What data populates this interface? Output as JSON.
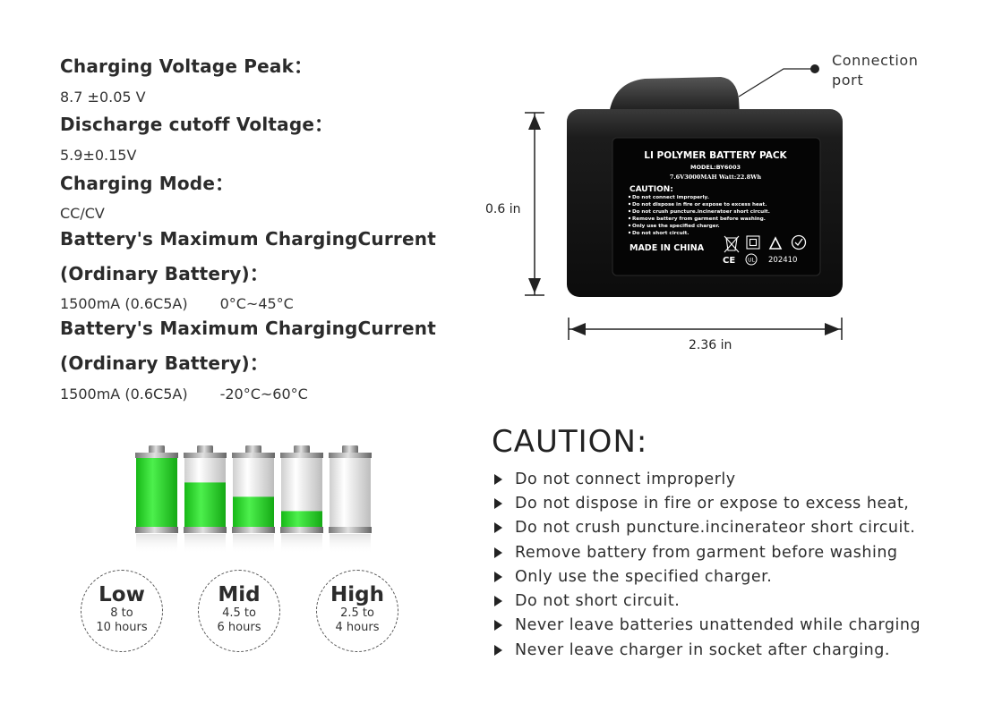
{
  "specs": {
    "charging_voltage_peak": {
      "heading": "Charging Voltage Peak：",
      "value": "8.7 ±0.05 V"
    },
    "discharge_cutoff": {
      "heading": "Discharge cutoff Voltage：",
      "value": "5.9±0.15V"
    },
    "charging_mode": {
      "heading": "Charging Mode：",
      "value": "CC/CV"
    },
    "max_current_1": {
      "heading_line1": "Battery's Maximum ChargingCurrent",
      "heading_line2": "(Ordinary Battery)：",
      "current": "1500mA (0.6C5A)",
      "temp": "0°C~45°C"
    },
    "max_current_2": {
      "heading_line1": "Battery's Maximum ChargingCurrent",
      "heading_line2": "(Ordinary Battery)：",
      "current": "1500mA (0.6C5A)",
      "temp": "-20°C~60°C"
    }
  },
  "pack": {
    "connection_label_line1": "Connection",
    "connection_label_line2": "port",
    "height_dim": "0.6 in",
    "width_dim": "2.36 in",
    "label": {
      "title": "LI POLYMER BATTERY PACK",
      "model": "MODEL:BY6003",
      "rating": "7.6V3000MAH Watt:22.8Wh",
      "caution_heading": "CAUTION:",
      "caution_items": [
        "Do not connect improperly.",
        "Do not dispose in fire or expose to excess heat.",
        "Do not crush puncture.incineratoer short circuit.",
        "Remove battery from garment before washing.",
        "Only use the specified charger.",
        "Do not short circuit."
      ],
      "made_in": "MADE IN CHINA",
      "date_code": "202410",
      "ce_mark": "CE",
      "ul_mark": "UL"
    }
  },
  "levels": {
    "battery_fill": [
      1.0,
      0.62,
      0.42,
      0.22,
      0.0
    ],
    "fill_color": "#2bd62b",
    "badges": [
      {
        "title": "Low",
        "line1": "8 to",
        "line2": "10 hours"
      },
      {
        "title": "Mid",
        "line1": "4.5 to",
        "line2": "6 hours"
      },
      {
        "title": "High",
        "line1": "2.5 to",
        "line2": "4 hours"
      }
    ]
  },
  "caution": {
    "title": "CAUTION:",
    "items": [
      "Do not connect improperly",
      "Do not dispose in fire or expose to excess heat,",
      "Do not crush puncture.incinerateor short circuit.",
      "Remove battery from garment before washing",
      "Only use the specified charger.",
      "Do not short circuit.",
      "Never leave batteries unattended while charging",
      "Never leave charger in socket after charging."
    ]
  }
}
